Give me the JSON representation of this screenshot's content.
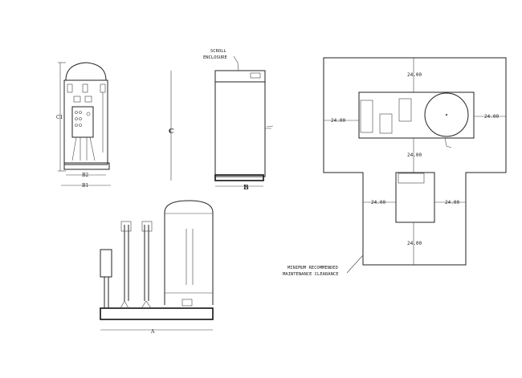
{
  "drawing": {
    "front_view": {
      "height_label": "C1",
      "width_inner_label": "B2",
      "width_outer_label": "B1"
    },
    "side_view": {
      "callout_line1": "SCROLL",
      "callout_line2": "ENCLOSURE",
      "height_label": "C",
      "width_label": "B"
    },
    "tank_view": {
      "length_label": "A"
    },
    "plan_view": {
      "clearances": [
        "24.00",
        "24.00",
        "24.00",
        "24.00",
        "24.00",
        "24.00",
        "24.00"
      ],
      "note_line1": "MINIMUM RECOMMENDED",
      "note_line2": "MAINTENANCE CLEARANCE"
    }
  }
}
